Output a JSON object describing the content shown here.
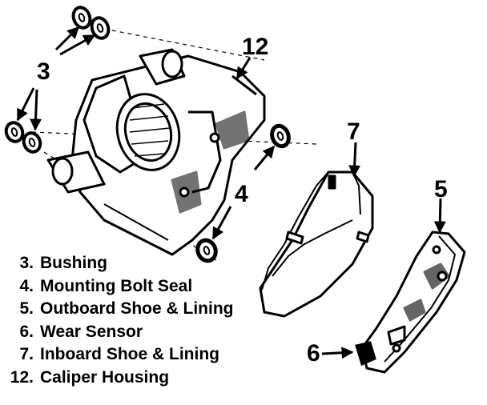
{
  "callouts": {
    "bushing": "3",
    "caliper": "12",
    "seal": "4",
    "inboard": "7",
    "outboard": "5",
    "sensor": "6"
  },
  "legend": [
    {
      "num": "3.",
      "label": "Bushing"
    },
    {
      "num": "4.",
      "label": "Mounting Bolt Seal"
    },
    {
      "num": "5.",
      "label": "Outboard Shoe & Lining"
    },
    {
      "num": "6.",
      "label": "Wear Sensor"
    },
    {
      "num": "7.",
      "label": "Inboard Shoe & Lining"
    },
    {
      "num": "12.",
      "label": "Caliper Housing"
    }
  ]
}
